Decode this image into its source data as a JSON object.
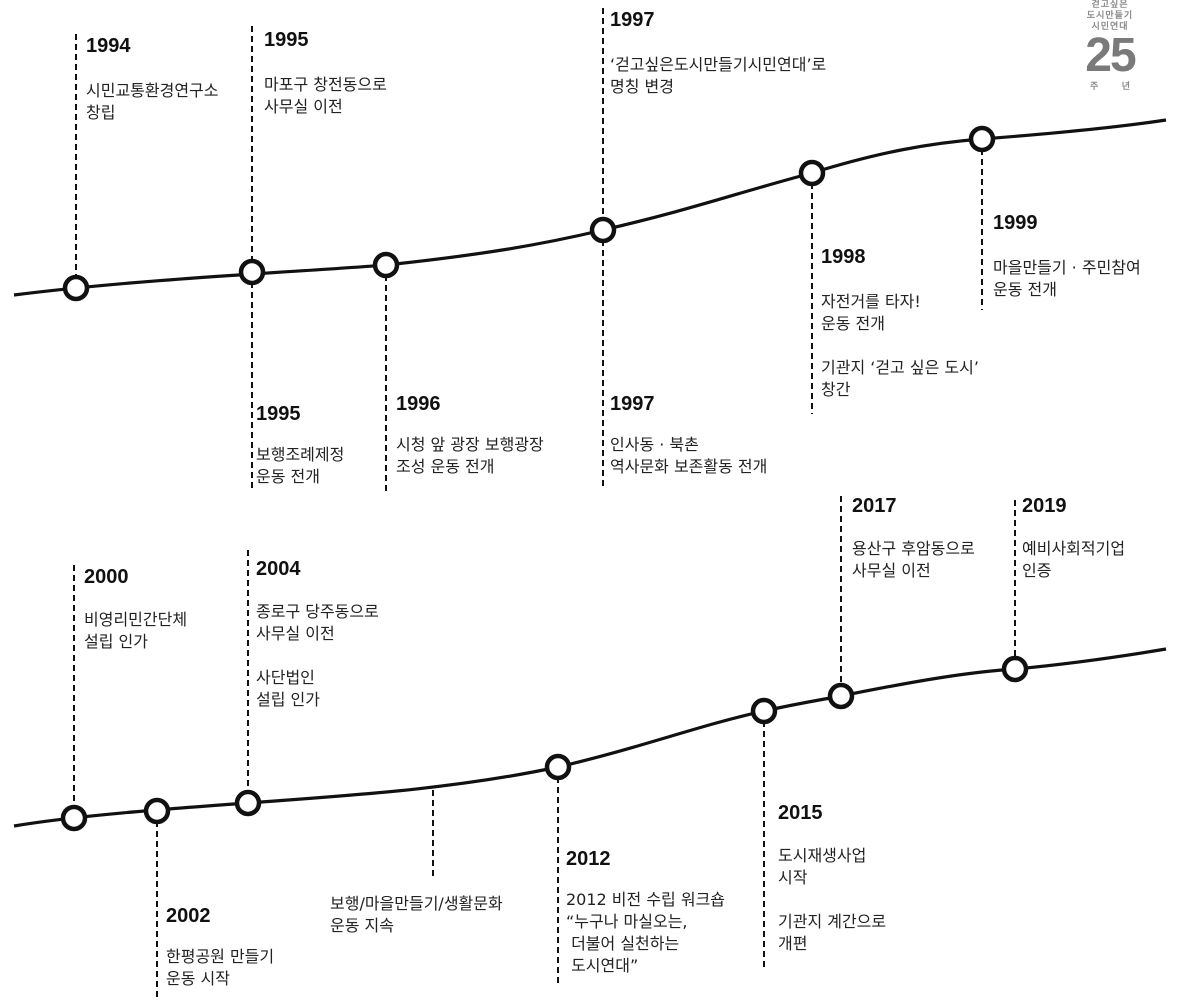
{
  "badge": {
    "line1": "걷고싶은",
    "line2": "도시만들기",
    "line3": "시민연대",
    "number": "25",
    "suffix_left": "주",
    "suffix_right": "년"
  },
  "events": [
    {
      "year": "1994",
      "lines": [
        "시민교통환경연구소",
        "창립"
      ]
    },
    {
      "year": "1995",
      "lines": [
        "마포구 창전동으로",
        "사무실 이전"
      ]
    },
    {
      "year": "1997",
      "lines": [
        "‘걷고싶은도시만들기시민연대’로",
        "명칭 변경"
      ]
    },
    {
      "year": "1999",
      "lines": [
        "마을만들기 · 주민참여",
        "운동 전개"
      ]
    },
    {
      "year": "1998",
      "lines": [
        "자전거를 타자!",
        "운동 전개"
      ],
      "lines2": [
        "기관지 ‘걷고 싶은 도시’",
        "창간"
      ]
    },
    {
      "year": "1995",
      "lines": [
        "보행조례제정",
        "운동 전개"
      ]
    },
    {
      "year": "1996",
      "lines": [
        "시청 앞 광장 보행광장",
        "조성 운동 전개"
      ]
    },
    {
      "year": "1997",
      "lines": [
        "인사동 · 북촌",
        "역사문화 보존활동 전개"
      ]
    },
    {
      "year": "2000",
      "lines": [
        "비영리민간단체",
        "설립 인가"
      ]
    },
    {
      "year": "2004",
      "lines": [
        "종로구 당주동으로",
        "사무실 이전"
      ],
      "lines2": [
        "사단법인",
        "설립 인가"
      ]
    },
    {
      "year": "2017",
      "lines": [
        "용산구 후암동으로",
        "사무실 이전"
      ]
    },
    {
      "year": "2019",
      "lines": [
        "예비사회적기업",
        "인증"
      ]
    },
    {
      "year": "2002",
      "lines": [
        "한평공원 만들기",
        "운동 시작"
      ]
    },
    {
      "year": "",
      "lines": [
        "보행/마을만들기/생활문화",
        "운동 지속"
      ]
    },
    {
      "year": "2012",
      "lines": [
        "2012 비전 수립 워크숍",
        "“누구나 마실오는,",
        " 더불어 실천하는",
        " 도시연대”"
      ]
    },
    {
      "year": "2015",
      "lines": [
        "도시재생사업",
        "시작"
      ],
      "lines2": [
        "기관지 계간으로",
        "개편"
      ]
    }
  ],
  "colors": {
    "line": "#111111",
    "text": "#222222",
    "badge": "#808080"
  }
}
